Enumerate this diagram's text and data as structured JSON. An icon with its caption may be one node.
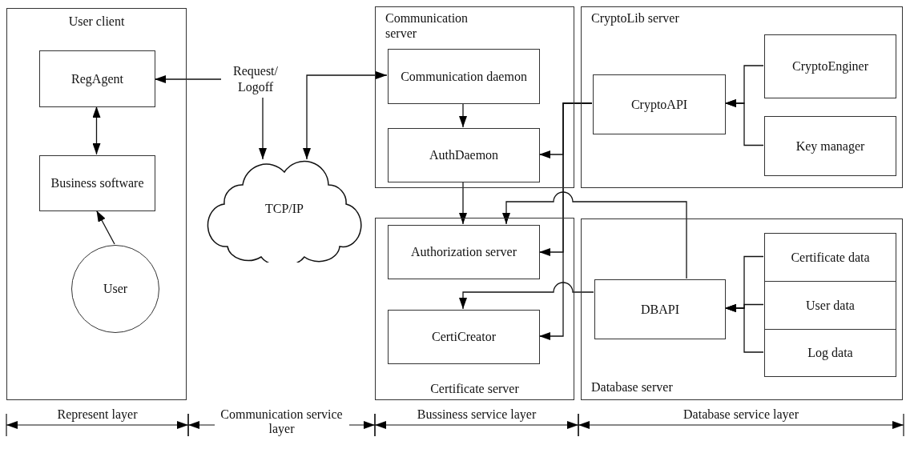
{
  "diagram": {
    "nodes": [
      {
        "text": [
          "User client"
        ]
      },
      {
        "text": [
          "RegAgent"
        ],
        "in": 0
      },
      {
        "text": [
          "Business software"
        ],
        "in": 0
      },
      {
        "text": [
          "User"
        ],
        "in": 0
      },
      {
        "text": [
          "Request/ Logoff"
        ]
      },
      {
        "text": [
          "TCP/IP"
        ]
      },
      {
        "text": [
          "Communication server"
        ]
      },
      {
        "text": [
          "Communication daemon"
        ],
        "in": 6
      },
      {
        "text": [
          "AuthDaemon"
        ],
        "in": 6
      },
      {
        "text": [
          "CryptoLib server"
        ]
      },
      {
        "text": [
          "CryptoAPI"
        ],
        "in": 9
      },
      {
        "text": [
          "CryptoEnginer"
        ],
        "in": 9
      },
      {
        "text": [
          "Key manager"
        ],
        "in": 9
      },
      {
        "text": [
          "Certificate server"
        ]
      },
      {
        "text": [
          "Authorization server"
        ],
        "in": 13
      },
      {
        "text": [
          "CertiCreator"
        ],
        "in": 13
      },
      {
        "text": [
          "Database server"
        ]
      },
      {
        "text": [
          "DBAPI"
        ],
        "in": 16
      },
      {
        "text": [
          "Certificate data"
        ],
        "in": 16
      },
      {
        "text": [
          "User data"
        ],
        "in": 16
      },
      {
        "text": [
          "Log data"
        ],
        "in": 16
      }
    ],
    "edges": [
      {
        "from": 4,
        "to": 1,
        "arrow": "to"
      },
      {
        "from": 4,
        "to": 5,
        "arrow": "to"
      },
      {
        "from": 5,
        "to": 7,
        "arrow": "both"
      },
      {
        "from": 1,
        "to": 2,
        "arrow": "both"
      },
      {
        "from": 3,
        "to": 2,
        "arrow": "to"
      },
      {
        "from": 7,
        "to": 8,
        "arrow": "to"
      },
      {
        "from": 8,
        "to": 14,
        "arrow": "to"
      },
      {
        "from": 10,
        "to": 8,
        "arrow": "to"
      },
      {
        "from": 10,
        "to": 14,
        "arrow": "to"
      },
      {
        "from": 10,
        "to": 15,
        "arrow": "to"
      },
      {
        "from": 17,
        "to": 14,
        "arrow": "to"
      },
      {
        "from": 17,
        "to": 15,
        "arrow": "to"
      },
      {
        "from": 11,
        "to": 10,
        "arrow": "to"
      },
      {
        "from": 12,
        "to": 10,
        "arrow": "to"
      },
      {
        "from": 18,
        "to": 17,
        "arrow": "to"
      },
      {
        "from": 19,
        "to": 17,
        "arrow": "to"
      },
      {
        "from": 20,
        "to": 17,
        "arrow": "to"
      }
    ],
    "labels": [
      "Represent layer",
      "Communication service layer",
      "Bussiness service layer",
      "Database service layer"
    ]
  }
}
